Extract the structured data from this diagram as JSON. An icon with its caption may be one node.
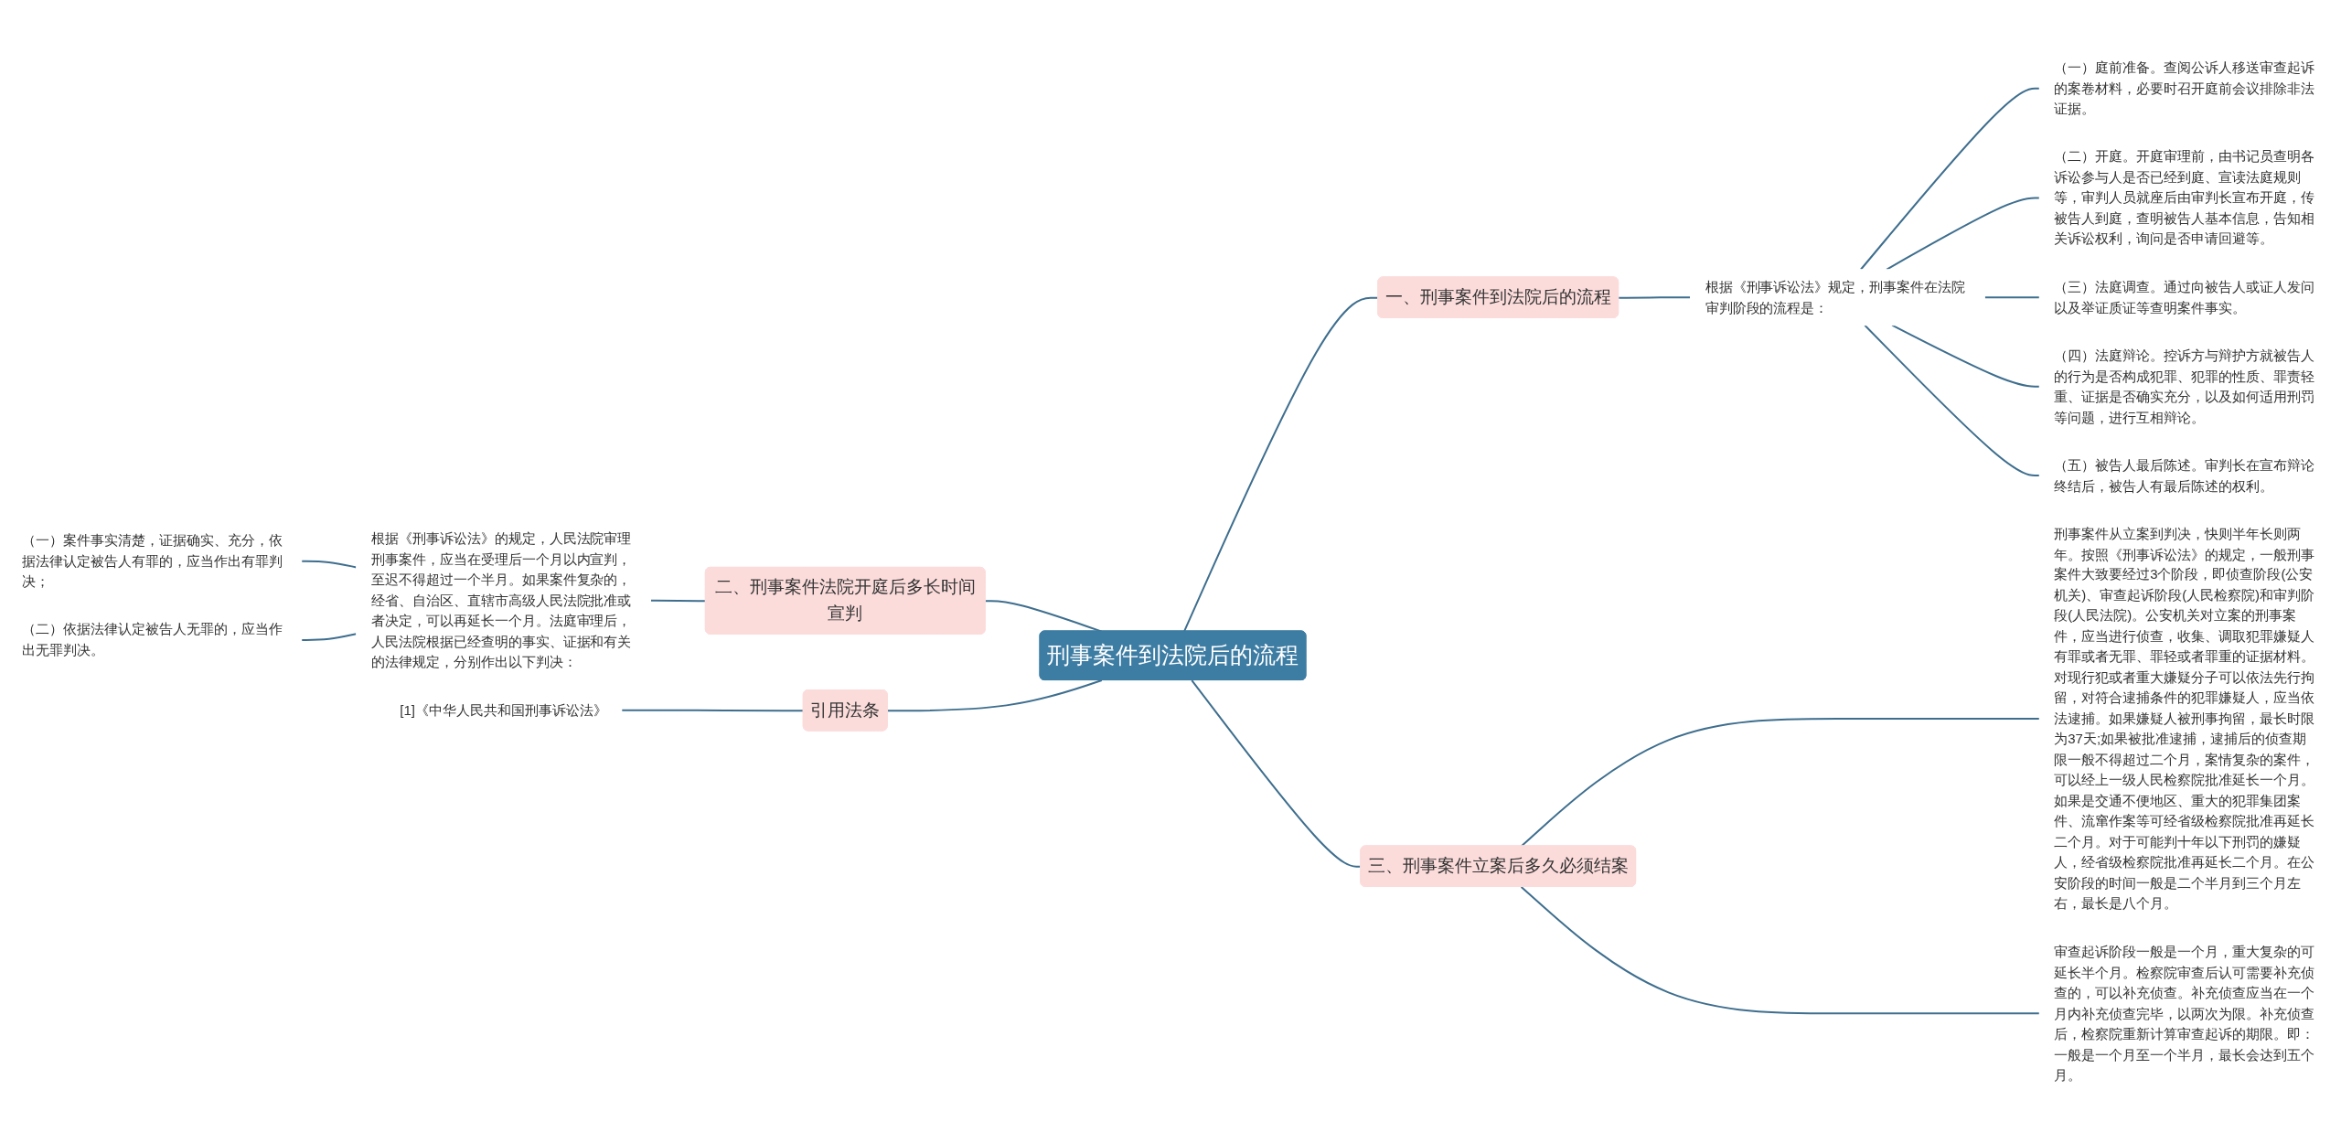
{
  "diagram": {
    "nodes": [
      {
        "text": [
          "刑事案件到法院后的流程"
        ]
      },
      {
        "text": [
          "一、刑事案件到法院后的流程"
        ]
      },
      {
        "text": [
          "根据《刑事诉讼法》规定，刑事案件在法院审判阶段的流程是："
        ]
      },
      {
        "text": [
          "（一）庭前准备。查阅公诉人移送审查起诉的案卷材料，必要时召开庭前会议排除非法证据。"
        ]
      },
      {
        "text": [
          "（二）开庭。开庭审理前，由书记员查明各诉讼参与人是否已经到庭、宣读法庭规则等，审判人员就座后由审判长宣布开庭，传被告人到庭，查明被告人基本信息，告知相关诉讼权利，询问是否申请回避等。"
        ]
      },
      {
        "text": [
          "（三）法庭调查。通过向被告人或证人发问以及举证质证等查明案件事实。"
        ]
      },
      {
        "text": [
          "（四）法庭辩论。控诉方与辩护方就被告人的行为是否构成犯罪、犯罪的性质、罪责轻重、证据是否确实充分，以及如何适用刑罚等问题，进行互相辩论。"
        ]
      },
      {
        "text": [
          "（五）被告人最后陈述。审判长在宣布辩论终结后，被告人有最后陈述的权利。"
        ]
      },
      {
        "text": [
          "二、刑事案件法院开庭后多长时间宣判"
        ]
      },
      {
        "text": [
          "根据《刑事诉讼法》的规定，人民法院审理刑事案件，应当在受理后一个月以内宣判，至迟不得超过一个半月。如果案件复杂的，经省、自治区、直辖市高级人民法院批准或者决定，可以再延长一个月。法庭审理后，人民法院根据已经查明的事实、证据和有关的法律规定，分别作出以下判决："
        ]
      },
      {
        "text": [
          "（一）案件事实清楚，证据确实、充分，依据法律认定被告人有罪的，应当作出有罪判决；"
        ]
      },
      {
        "text": [
          "（二）依据法律认定被告人无罪的，应当作出无罪判决。"
        ]
      },
      {
        "text": [
          "三、刑事案件立案后多久必须结案"
        ]
      },
      {
        "text": [
          "刑事案件从立案到判决，快则半年长则两年。按照《刑事诉讼法》的规定，一般刑事案件大致要经过3个阶段，即侦查阶段(公安机关)、审查起诉阶段(人民检察院)和审判阶段(人民法院)。公安机关对立案的刑事案件，应当进行侦查，收集、调取犯罪嫌疑人有罪或者无罪、罪轻或者罪重的证据材料。对现行犯或者重大嫌疑分子可以依法先行拘留，对符合逮捕条件的犯罪嫌疑人，应当依法逮捕。如果嫌疑人被刑事拘留，最长时限为37天;如果被批准逮捕，逮捕后的侦查期限一般不得超过二个月，案情复杂的案件，可以经上一级人民检察院批准延长一个月。如果是交通不便地区、重大的犯罪集团案件、流窜作案等可经省级检察院批准再延长二个月。对于可能判十年以下刑罚的嫌疑人，经省级检察院批准再延长二个月。在公安阶段的时间一般是二个半月到三个月左右，最长是八个月。"
        ]
      },
      {
        "text": [
          "审查起诉阶段一般是一个月，重大复杂的可延长半个月。检察院审查后认可需要补充侦查的，可以补充侦查。补充侦查应当在一个月内补充侦查完毕，以两次为限。补充侦查后，检察院重新计算审查起诉的期限。即：一般是一个月至一个半月，最长会达到五个月。"
        ]
      },
      {
        "text": [
          "引用法条"
        ]
      },
      {
        "text": [
          "[1]《中华人民共和国刑事诉讼法》"
        ]
      }
    ],
    "edges": [
      {
        "from": 0,
        "to": 1,
        "arrow": "none"
      },
      {
        "from": 1,
        "to": 2,
        "arrow": "none"
      },
      {
        "from": 2,
        "to": 3,
        "arrow": "none"
      },
      {
        "from": 2,
        "to": 4,
        "arrow": "none"
      },
      {
        "from": 2,
        "to": 5,
        "arrow": "none"
      },
      {
        "from": 2,
        "to": 6,
        "arrow": "none"
      },
      {
        "from": 2,
        "to": 7,
        "arrow": "none"
      },
      {
        "from": 8,
        "to": 0,
        "arrow": "none"
      },
      {
        "from": 9,
        "to": 8,
        "arrow": "none"
      },
      {
        "from": 10,
        "to": 9,
        "arrow": "none"
      },
      {
        "from": 11,
        "to": 9,
        "arrow": "none"
      },
      {
        "from": 0,
        "to": 12,
        "arrow": "none"
      },
      {
        "from": 12,
        "to": 13,
        "arrow": "none"
      },
      {
        "from": 12,
        "to": 14,
        "arrow": "none"
      },
      {
        "from": 15,
        "to": 0,
        "arrow": "none"
      },
      {
        "from": 16,
        "to": 15,
        "arrow": "none"
      }
    ]
  }
}
